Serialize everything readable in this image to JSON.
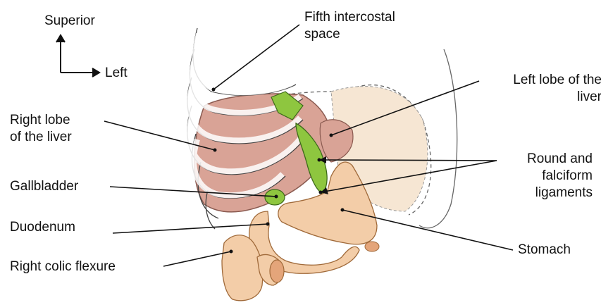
{
  "orientation": {
    "superior": "Superior",
    "left": "Left"
  },
  "labels": {
    "fifth_intercostal": [
      "Fifth intercostal",
      "space"
    ],
    "left_lobe": [
      "Left lobe of the",
      "liver"
    ],
    "right_lobe": [
      "Right lobe",
      "of the liver"
    ],
    "gallbladder": "Gallbladder",
    "round_falciform": [
      "Round and",
      "falciform",
      "ligaments"
    ],
    "duodenum": "Duodenum",
    "stomach": "Stomach",
    "right_colic": "Right colic flexure"
  },
  "colors": {
    "liver": "#d9a396",
    "liver_dark": "#b9786a",
    "ligament": "#8ec63f",
    "stomach": "#f3cda8",
    "stomach_dark": "#d6996b",
    "rib": "#ffffff",
    "outline": "#444444"
  }
}
